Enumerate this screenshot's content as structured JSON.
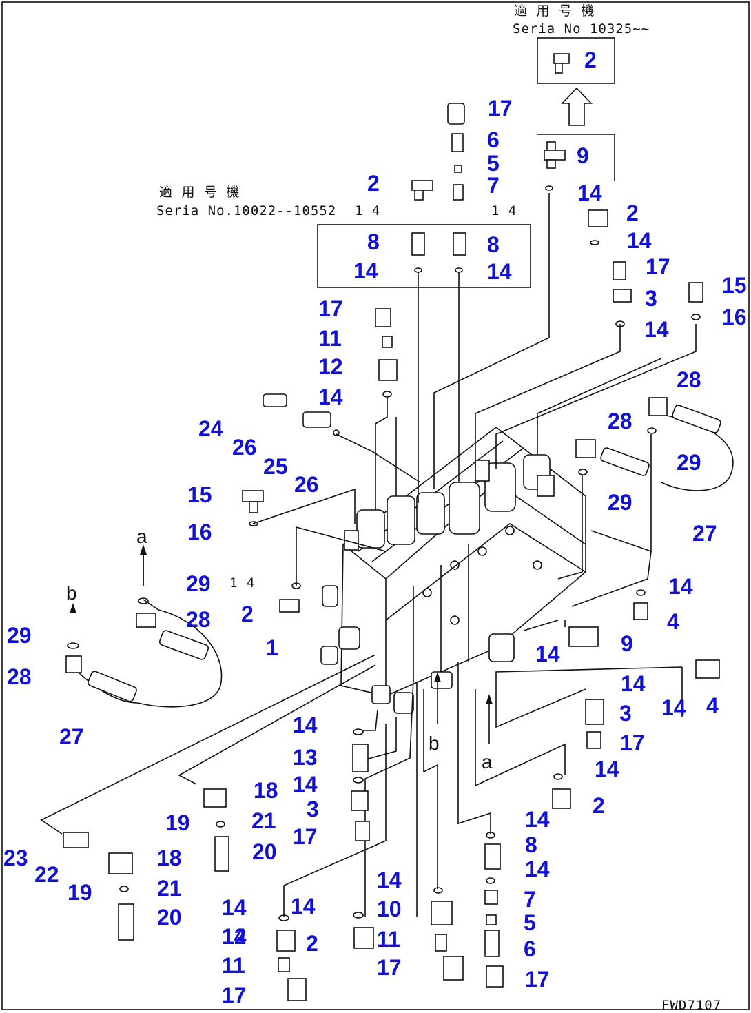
{
  "notes": {
    "applicable_label_top": "適 用 号 機",
    "serial_top": "Seria  No 10325~~",
    "applicable_label_mid": "適 用 号 機",
    "serial_mid": "Seria  No.10022--10552",
    "mid_ring_left": "1 4",
    "mid_ring_right": "1 4",
    "left_ring": "1 4",
    "code": "FWD7107"
  },
  "arrow_labels": {
    "a_left": "a",
    "b_left": "b",
    "b_bottom": "b",
    "a_bottom": "a"
  },
  "callouts": [
    "2",
    "17",
    "6",
    "5",
    "2",
    "7",
    "9",
    "14",
    "8",
    "8",
    "14",
    "14",
    "2",
    "14",
    "17",
    "3",
    "15",
    "16",
    "14",
    "17",
    "11",
    "12",
    "14",
    "28",
    "24",
    "26",
    "28",
    "25",
    "26",
    "29",
    "29",
    "15",
    "16",
    "27",
    "29",
    "14",
    "2",
    "28",
    "14",
    "4",
    "29",
    "1",
    "14",
    "9",
    "28",
    "14",
    "14",
    "4",
    "3",
    "17",
    "27",
    "14",
    "13",
    "14",
    "14",
    "2",
    "3",
    "18",
    "19",
    "21",
    "17",
    "14",
    "23",
    "22",
    "20",
    "18",
    "8",
    "19",
    "14",
    "21",
    "14",
    "7",
    "14",
    "20",
    "10",
    "5",
    "14",
    "2",
    "12",
    "11",
    "6",
    "11",
    "17",
    "17",
    "17"
  ]
}
